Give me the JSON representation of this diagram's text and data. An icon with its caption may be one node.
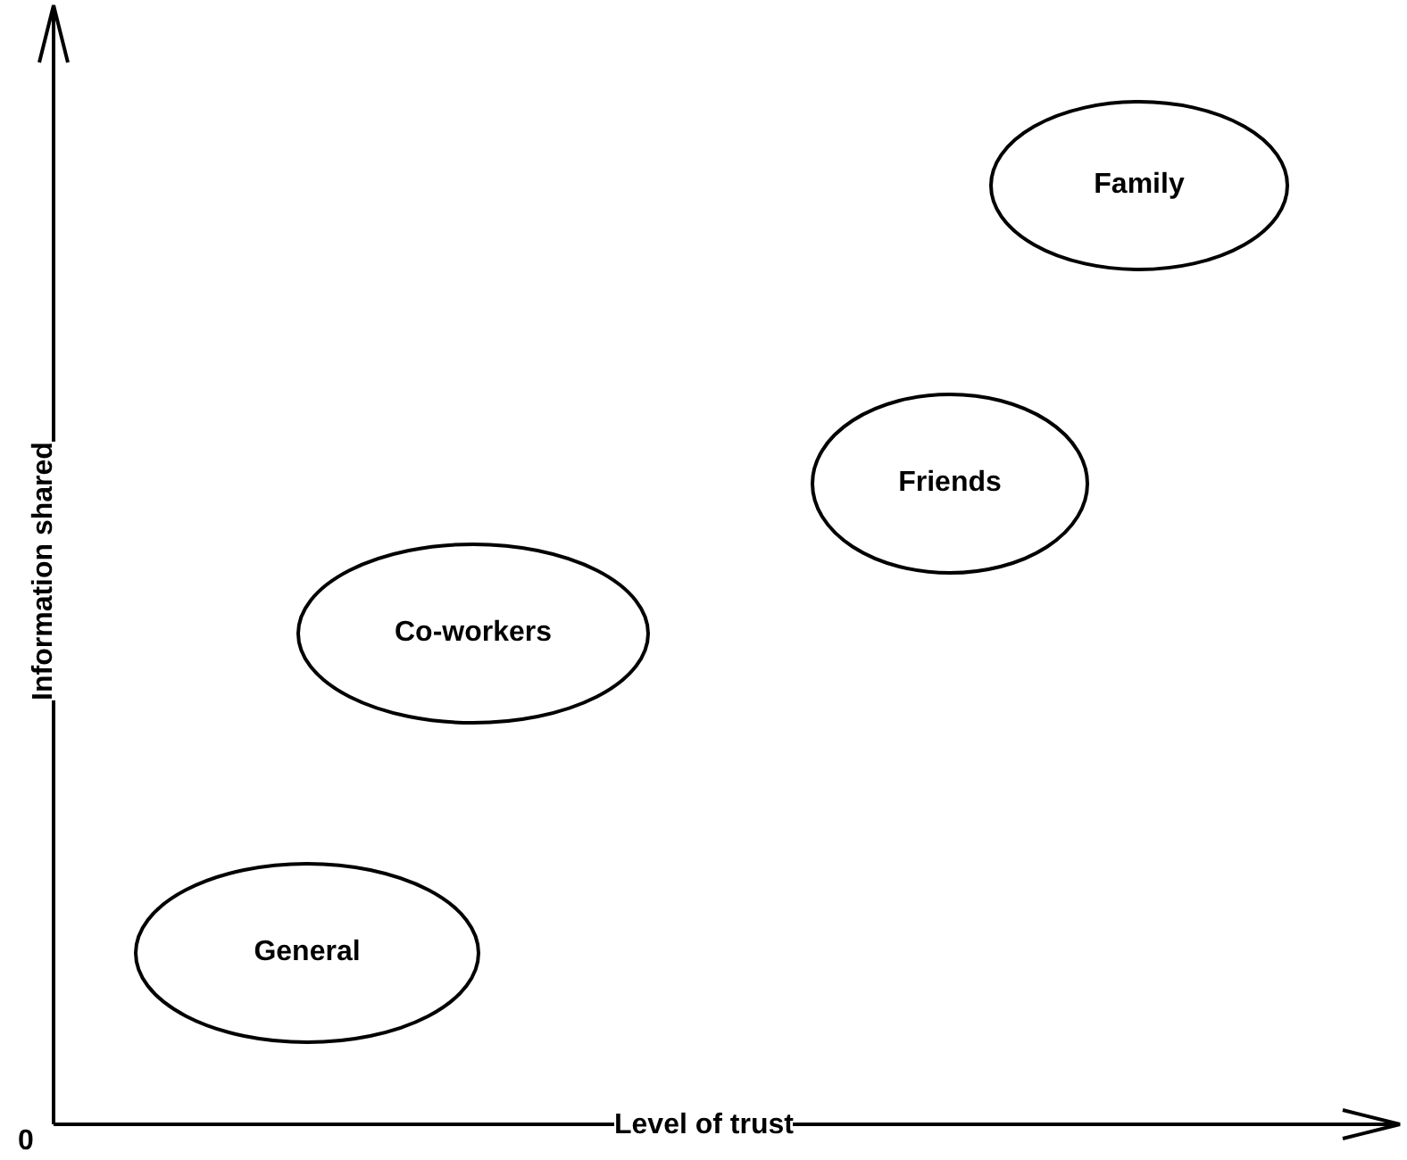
{
  "diagram": {
    "nodes": [
      {
        "text": [
          "Family"
        ]
      },
      {
        "text": [
          "Friends"
        ]
      },
      {
        "text": [
          "Co-workers"
        ]
      },
      {
        "text": [
          "General"
        ]
      }
    ],
    "labels": [
      "Information shared",
      "0",
      "Level of trust"
    ]
  }
}
